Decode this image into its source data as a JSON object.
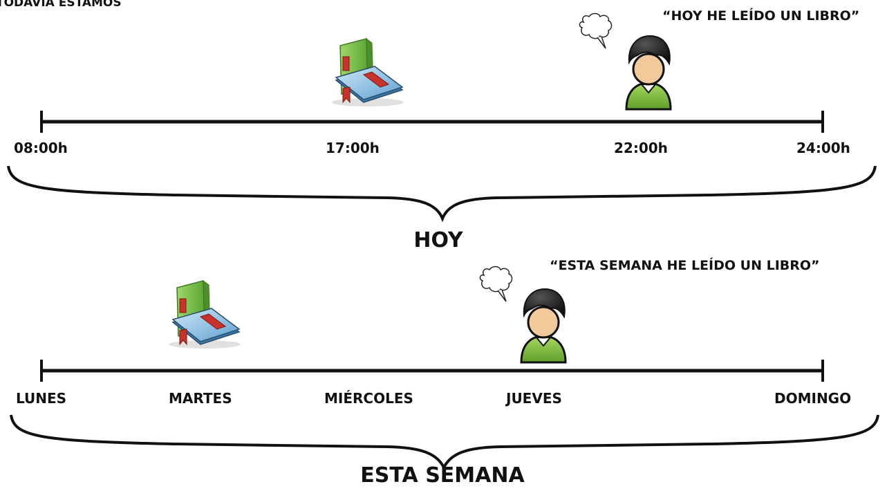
{
  "header": {
    "title": "TODAVÍA ESTAMOS"
  },
  "timeline_today": {
    "quote": "“HOY HE LEÍDO UN LIBRO”",
    "ticks": [
      "08:00h",
      "17:00h",
      "22:00h",
      "24:00h"
    ],
    "period_label": "HOY",
    "book_icon": "book-icon",
    "person_icon": "speaking-person-icon"
  },
  "timeline_week": {
    "quote": "“ESTA SEMANA HE LEÍDO UN LIBRO”",
    "ticks": [
      "LUNES",
      "MARTES",
      "MIÉRCOLES",
      "JUEVES",
      "DOMINGO"
    ],
    "period_label": "ESTA SEMANA",
    "book_icon": "book-icon",
    "person_icon": "speaking-person-icon"
  },
  "colors": {
    "line": "#111111",
    "book_green": "#7cc24a",
    "book_blue": "#7ab8e0",
    "book_red": "#c8322b",
    "shirt_green": "#86c540",
    "skin": "#f1c99a",
    "hair": "#1a1a1a"
  }
}
